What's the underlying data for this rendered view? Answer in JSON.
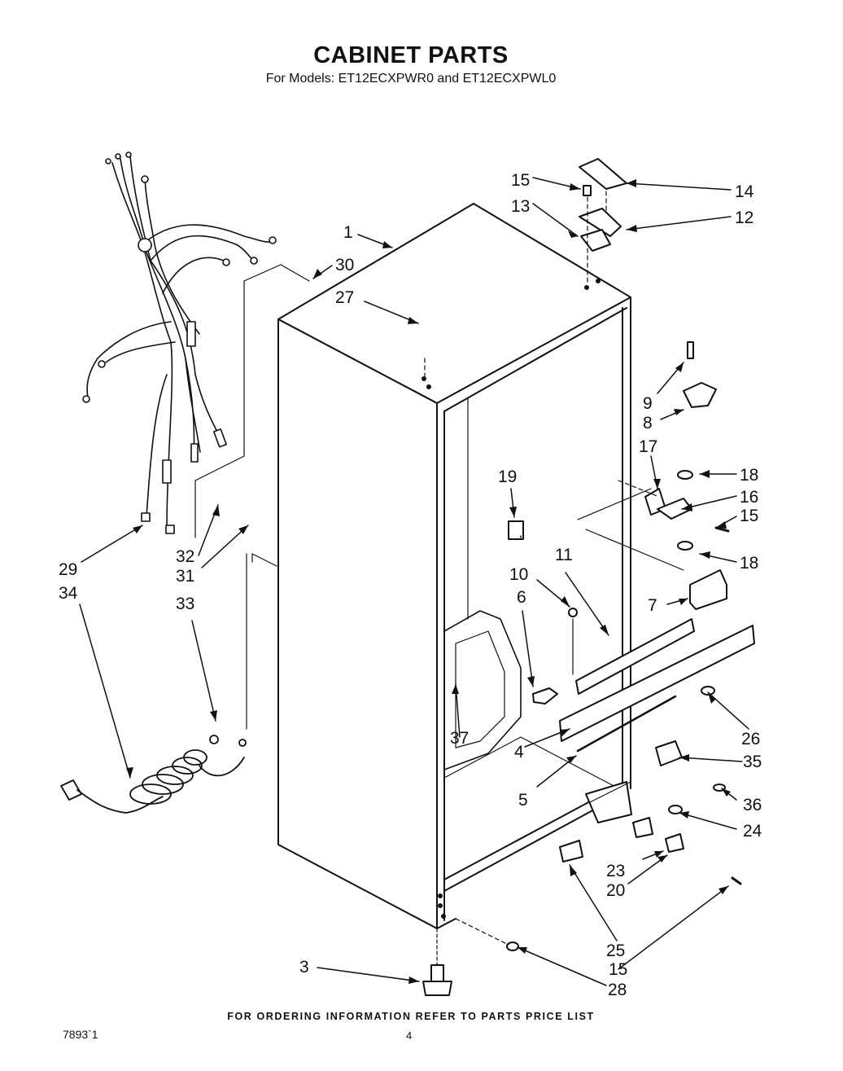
{
  "header": {
    "title": "CABINET PARTS",
    "subtitle": "For Models: ET12ECXPWR0 and ET12ECXPWL0"
  },
  "footer": {
    "ordering_note": "FOR ORDERING INFORMATION REFER TO PARTS PRICE LIST",
    "drawing_code": "7893`1",
    "page_number": "4"
  },
  "callouts": {
    "c1": "1",
    "c3": "3",
    "c4": "4",
    "c5": "5",
    "c6": "6",
    "c7": "7",
    "c8": "8",
    "c9": "9",
    "c10": "10",
    "c11": "11",
    "c12": "12",
    "c13": "13",
    "c14": "14",
    "c15a": "15",
    "c15b": "15",
    "c15c": "15",
    "c16": "16",
    "c17": "17",
    "c18a": "18",
    "c18b": "18",
    "c19": "19",
    "c20": "20",
    "c23": "23",
    "c24": "24",
    "c25": "25",
    "c26": "26",
    "c27": "27",
    "c28": "28",
    "c29": "29",
    "c30": "30",
    "c31": "31",
    "c32": "32",
    "c33": "33",
    "c34": "34",
    "c35": "35",
    "c36": "36",
    "c37": "37"
  }
}
